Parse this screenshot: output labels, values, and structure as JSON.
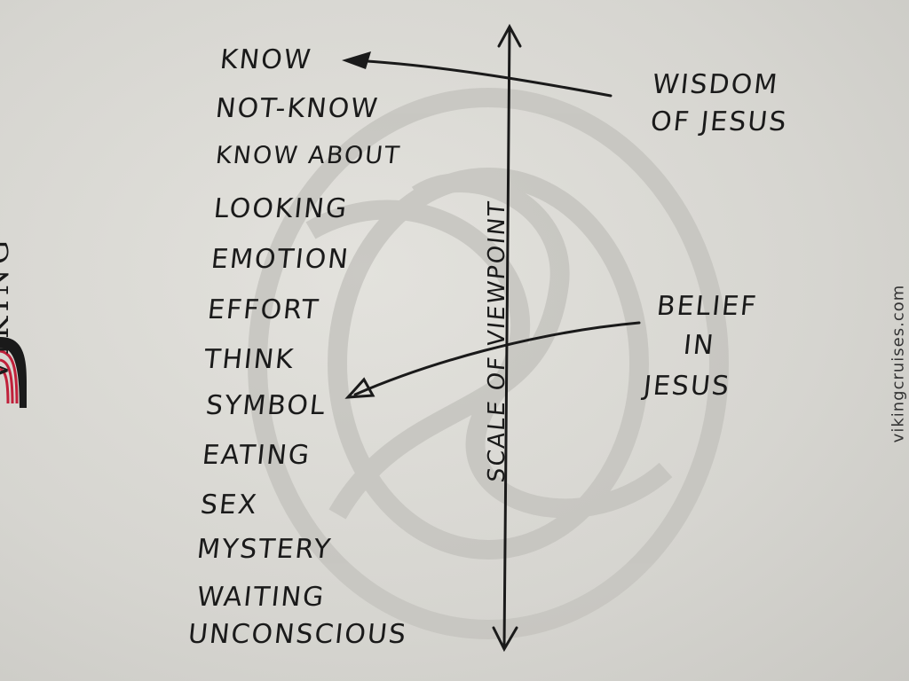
{
  "branding": {
    "logo_text": "VIKING",
    "url": "vikingcruises.com"
  },
  "scale": {
    "items": [
      "KNOW",
      "NOT-KNOW",
      "KNOW ABOUT",
      "LOOKING",
      "EMOTION",
      "EFFORT",
      "THINK",
      "SYMBOL",
      "EATING",
      "SEX",
      "MYSTERY",
      "WAITING",
      "UNCONSCIOUS"
    ],
    "axis_label": "SCALE OF VIEWPOINT"
  },
  "annotations": {
    "wisdom": {
      "line1": "WISDOM",
      "line2": "OF JESUS",
      "points_to": "KNOW"
    },
    "belief": {
      "line1": "BELIEF",
      "line2": "IN",
      "line3": "JESUS",
      "points_to": "SYMBOL"
    }
  },
  "colors": {
    "ink": "#1a1a1a",
    "logo_red": "#c0203a",
    "paper": "#d9d8d3"
  }
}
